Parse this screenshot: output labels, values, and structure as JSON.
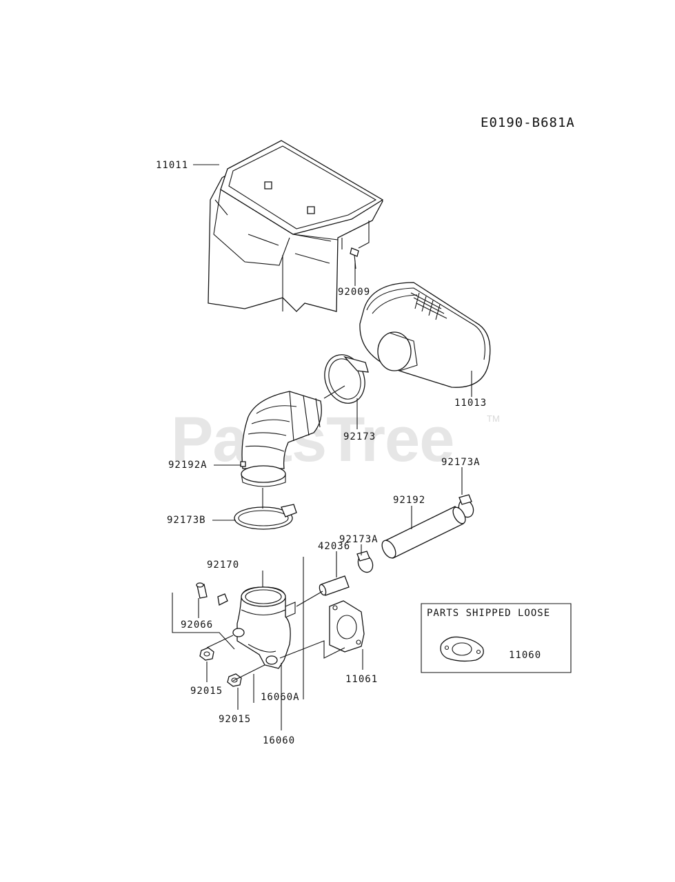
{
  "diagram_code": "E0190-B681A",
  "watermark": {
    "text": "PartsTree",
    "trademark": "TM"
  },
  "callouts": [
    {
      "id": "11011",
      "label": "11011"
    },
    {
      "id": "92009",
      "label": "92009"
    },
    {
      "id": "11013",
      "label": "11013"
    },
    {
      "id": "92173",
      "label": "92173"
    },
    {
      "id": "92192A",
      "label": "92192A"
    },
    {
      "id": "92173A-top",
      "label": "92173A"
    },
    {
      "id": "92192",
      "label": "92192"
    },
    {
      "id": "92173B",
      "label": "92173B"
    },
    {
      "id": "92173A-mid",
      "label": "92173A"
    },
    {
      "id": "42036",
      "label": "42036"
    },
    {
      "id": "92170",
      "label": "92170"
    },
    {
      "id": "92066",
      "label": "92066"
    },
    {
      "id": "92015-a",
      "label": "92015"
    },
    {
      "id": "92015-b",
      "label": "92015"
    },
    {
      "id": "16060A",
      "label": "16060A"
    },
    {
      "id": "16060",
      "label": "16060"
    },
    {
      "id": "11061",
      "label": "11061"
    },
    {
      "id": "11060",
      "label": "11060"
    }
  ],
  "parts_shipped_loose": {
    "title": "PARTS SHIPPED LOOSE"
  }
}
